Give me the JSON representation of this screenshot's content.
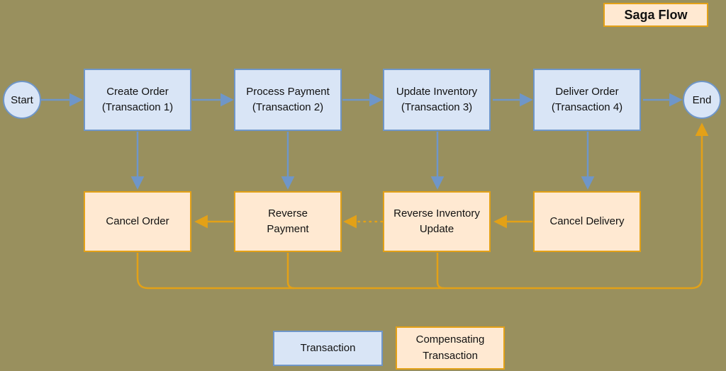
{
  "title": "Saga Flow",
  "nodes": {
    "start": "Start",
    "end": "End",
    "transactions": [
      {
        "line1": "Create Order",
        "line2": "(Transaction 1)"
      },
      {
        "line1": "Process Payment",
        "line2": "(Transaction 2)"
      },
      {
        "line1": "Update Inventory",
        "line2": "(Transaction 3)"
      },
      {
        "line1": "Deliver Order",
        "line2": "(Transaction 4)"
      }
    ],
    "compensating": [
      {
        "line1": "Cancel Order"
      },
      {
        "line1": "Reverse",
        "line2": "Payment"
      },
      {
        "line1": "Reverse Inventory",
        "line2": "Update"
      },
      {
        "line1": "Cancel Delivery"
      }
    ]
  },
  "legend": {
    "transaction": "Transaction",
    "compensating_line1": "Compensating",
    "compensating_line2": "Transaction"
  },
  "colors": {
    "background": "#99905e",
    "transaction_fill": "#d9e5f6",
    "transaction_border": "#6f96c8",
    "compensating_fill": "#ffe9d2",
    "compensating_border": "#e3a117",
    "arrow_blue": "#6f96c8",
    "arrow_orange": "#e3a117"
  }
}
